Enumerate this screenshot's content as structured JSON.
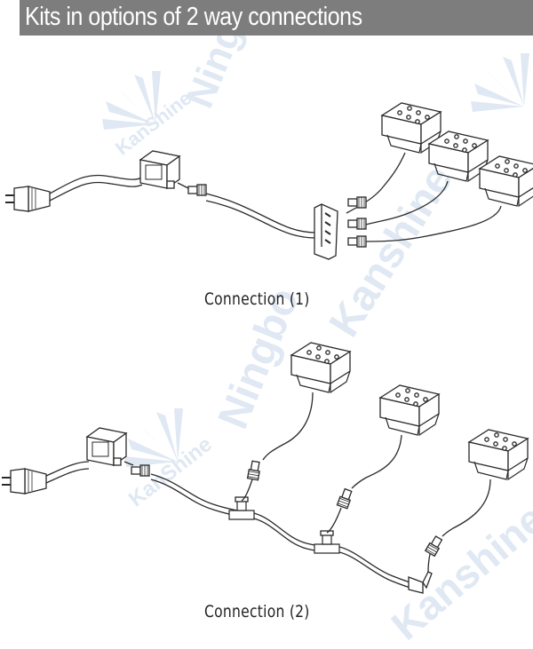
{
  "header": {
    "title": "Kits in options of 2 way connections"
  },
  "captions": {
    "connection1": "Connection (1)",
    "connection2": "Connection (2)"
  },
  "watermark": {
    "brand": "KanShine",
    "city": "Ningbo",
    "name": "Kanshine",
    "color": "#d9e4f1"
  },
  "colors": {
    "header_bg": "#7d7d7d",
    "line": "#2a2a2a"
  }
}
